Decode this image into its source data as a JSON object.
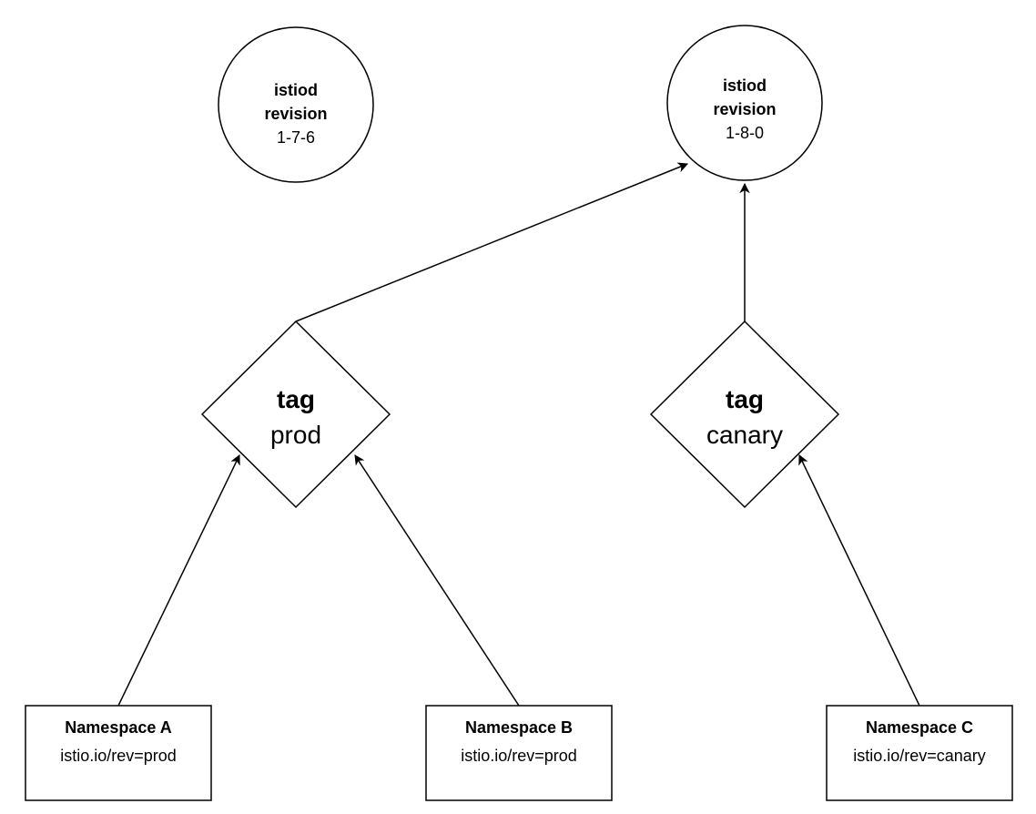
{
  "nodes": {
    "istiod_1_7_6": {
      "title_line1": "istiod",
      "title_line2": "revision",
      "version": "1-7-6"
    },
    "istiod_1_8_0": {
      "title_line1": "istiod",
      "title_line2": "revision",
      "version": "1-8-0"
    },
    "tag_prod": {
      "title": "tag",
      "name": "prod"
    },
    "tag_canary": {
      "title": "tag",
      "name": "canary"
    },
    "namespace_a": {
      "title": "Namespace A",
      "label": "istio.io/rev=prod"
    },
    "namespace_b": {
      "title": "Namespace B",
      "label": "istio.io/rev=prod"
    },
    "namespace_c": {
      "title": "Namespace C",
      "label": "istio.io/rev=canary"
    }
  },
  "edges": [
    {
      "from": "tag_prod",
      "to": "istiod_1_8_0"
    },
    {
      "from": "tag_canary",
      "to": "istiod_1_8_0"
    },
    {
      "from": "namespace_a",
      "to": "tag_prod"
    },
    {
      "from": "namespace_b",
      "to": "tag_prod"
    },
    {
      "from": "namespace_c",
      "to": "tag_canary"
    }
  ],
  "colors": {
    "stroke": "#000000",
    "fill": "#ffffff",
    "text": "#000000"
  }
}
